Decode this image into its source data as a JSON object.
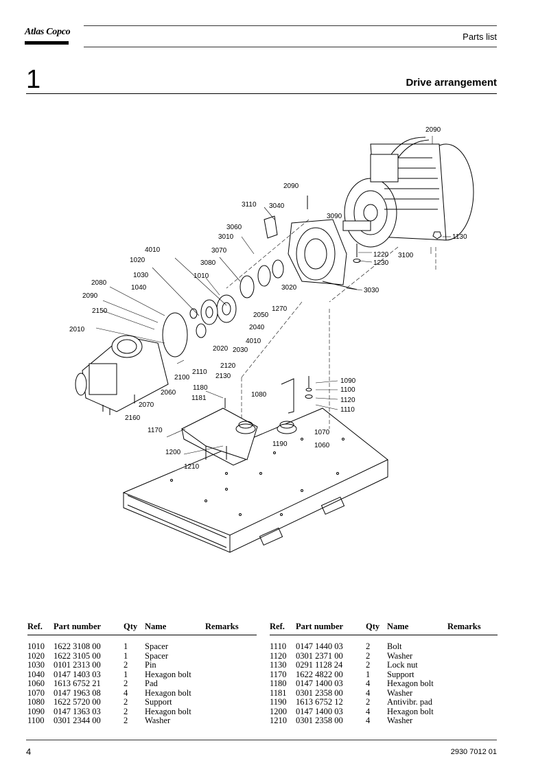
{
  "header": {
    "brand": "Atlas Copco",
    "section": "Parts list",
    "chapter_number": "1",
    "chapter_title": "Drive arrangement"
  },
  "diagram": {
    "callouts": [
      "2090",
      "2090",
      "3110",
      "3040",
      "3090",
      "3060",
      "3010",
      "1130",
      "4010",
      "1220",
      "3100",
      "3070",
      "1020",
      "1230",
      "3080",
      "1030",
      "1010",
      "3020",
      "3030",
      "2080",
      "1040",
      "2090",
      "1270",
      "2150",
      "2050",
      "2040",
      "2010",
      "4010",
      "2020",
      "2030",
      "2120",
      "2100",
      "2110",
      "2130",
      "1090",
      "1100",
      "1180",
      "1080",
      "2060",
      "1181",
      "1120",
      "2070",
      "1110",
      "2160",
      "1170",
      "1070",
      "1190",
      "1060",
      "1200",
      "1210"
    ]
  },
  "parts_table": {
    "headers": {
      "ref": "Ref.",
      "part_number": "Part number",
      "qty": "Qty",
      "name": "Name",
      "remarks": "Remarks"
    },
    "left": [
      {
        "ref": "1010",
        "part": "1622 3108 00",
        "qty": "1",
        "name": "Spacer",
        "remarks": ""
      },
      {
        "ref": "1020",
        "part": "1622 3105 00",
        "qty": "1",
        "name": "Spacer",
        "remarks": ""
      },
      {
        "ref": "1030",
        "part": "0101 2313 00",
        "qty": "2",
        "name": "Pin",
        "remarks": ""
      },
      {
        "ref": "1040",
        "part": "0147 1403 03",
        "qty": "1",
        "name": "Hexagon bolt",
        "remarks": ""
      },
      {
        "ref": "1060",
        "part": "1613 6752 21",
        "qty": "2",
        "name": "Pad",
        "remarks": ""
      },
      {
        "ref": "1070",
        "part": "0147 1963 08",
        "qty": "4",
        "name": "Hexagon bolt",
        "remarks": ""
      },
      {
        "ref": "1080",
        "part": "1622 5720 00",
        "qty": "2",
        "name": "Support",
        "remarks": ""
      },
      {
        "ref": "1090",
        "part": "0147 1363 03",
        "qty": "2",
        "name": "Hexagon bolt",
        "remarks": ""
      },
      {
        "ref": "1100",
        "part": "0301 2344 00",
        "qty": "2",
        "name": "Washer",
        "remarks": ""
      }
    ],
    "right": [
      {
        "ref": "1110",
        "part": "0147 1440 03",
        "qty": "2",
        "name": "Bolt",
        "remarks": ""
      },
      {
        "ref": "1120",
        "part": "0301 2371 00",
        "qty": "2",
        "name": "Washer",
        "remarks": ""
      },
      {
        "ref": "1130",
        "part": "0291 1128 24",
        "qty": "2",
        "name": "Lock nut",
        "remarks": ""
      },
      {
        "ref": "1170",
        "part": "1622 4822 00",
        "qty": "1",
        "name": "Support",
        "remarks": ""
      },
      {
        "ref": "1180",
        "part": "0147 1400 03",
        "qty": "4",
        "name": "Hexagon bolt",
        "remarks": ""
      },
      {
        "ref": "1181",
        "part": "0301 2358 00",
        "qty": "4",
        "name": "Washer",
        "remarks": ""
      },
      {
        "ref": "1190",
        "part": "1613 6752 12",
        "qty": "2",
        "name": "Antivibr. pad",
        "remarks": ""
      },
      {
        "ref": "1200",
        "part": "0147 1400 03",
        "qty": "4",
        "name": "Hexagon bolt",
        "remarks": ""
      },
      {
        "ref": "1210",
        "part": "0301 2358 00",
        "qty": "4",
        "name": "Washer",
        "remarks": ""
      }
    ]
  },
  "footer": {
    "page_number": "4",
    "document_number": "2930 7012 01"
  }
}
